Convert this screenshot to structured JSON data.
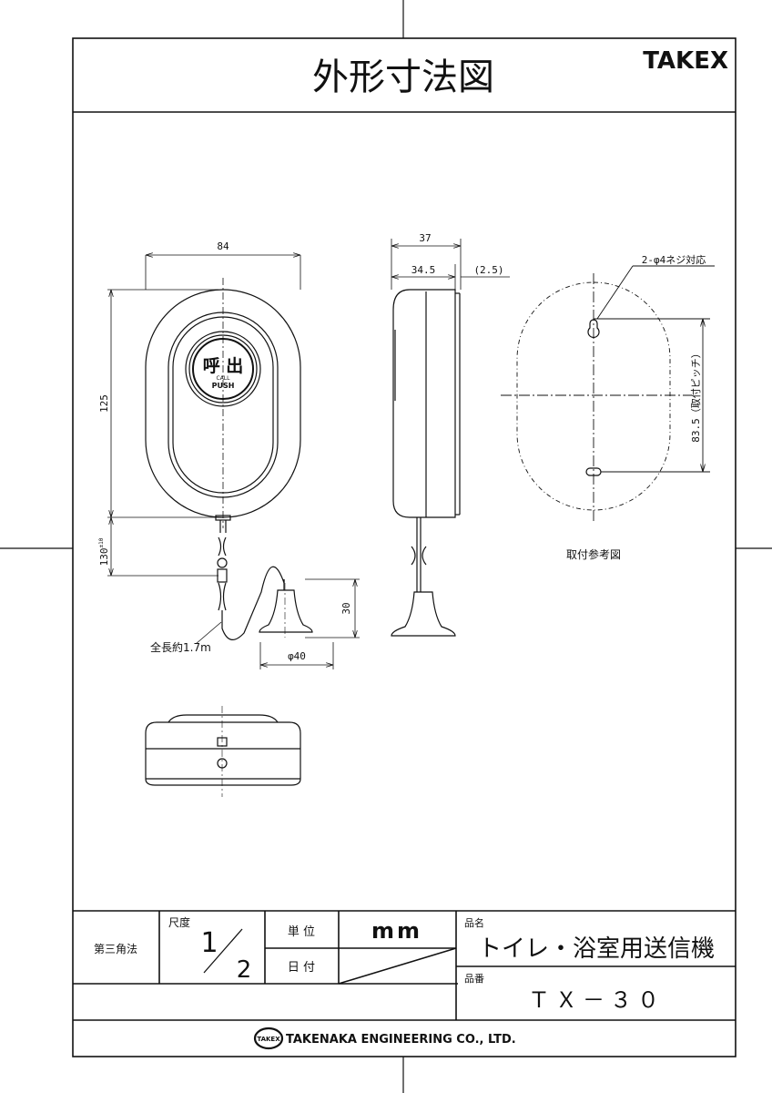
{
  "header": {
    "title": "外形寸法図",
    "brand": "TAKEX"
  },
  "front_view": {
    "dim_width": "84",
    "dim_height": "125",
    "dim_cord": "130",
    "dim_cord_tol": "±10",
    "button_main": "呼 出",
    "button_call": "CALL",
    "button_push": "PUSH",
    "cord_length": "全長約1.7m",
    "weight_diameter": "φ40",
    "weight_height": "30"
  },
  "side_view": {
    "dim_total": "37",
    "dim_body": "34.5",
    "dim_cover": "(2.5)"
  },
  "mount_view": {
    "hole_note": "2-φ4ネジ対応",
    "pitch": "83.5（取付ピッチ）",
    "caption": "取付参考図"
  },
  "title_block": {
    "projection": "第三角法",
    "scale_label": "尺度",
    "scale_num": "1",
    "scale_den": "2",
    "unit_label": "単 位",
    "unit_value": "mm",
    "date_label": "日 付",
    "product_name_label": "品名",
    "product_name": "トイレ・浴室用送信機",
    "product_no_label": "品番",
    "product_no": "ＴＸ－３０",
    "company_logo": "TAKEX",
    "company": "TAKENAKA ENGINEERING CO., LTD."
  }
}
